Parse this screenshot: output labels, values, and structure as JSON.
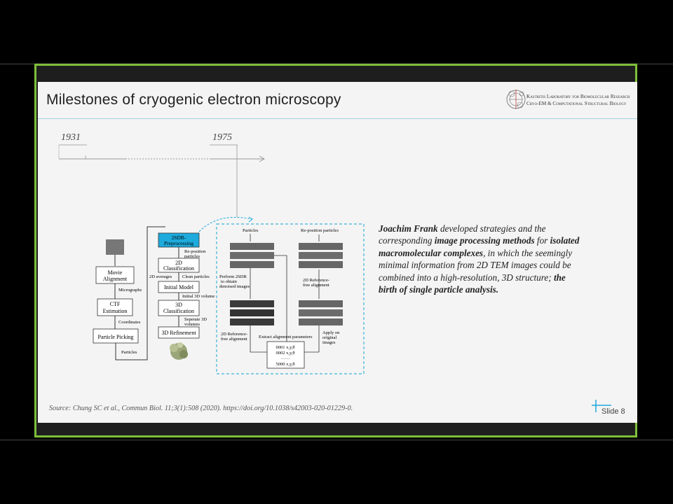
{
  "slide": {
    "title": "Milestones of cryogenic electron microscopy",
    "logo": {
      "line1": "Kastritis Laboratory for Biomolecular Research",
      "line2": "Cryo-EM & Computational Structural Biology"
    },
    "timeline": {
      "year_start": "1931",
      "year_end": "1975"
    },
    "flowchart": {
      "movie_alignment": "Movie Alignment",
      "micrographs": "Micrographs",
      "ctf_estimation": "CTF Estimation",
      "coordinates": "Coordinates",
      "particle_picking": "Particle Picking",
      "particles": "Particles",
      "preproc": "2SDR-Preprocessing",
      "reposition": "Re-position particles",
      "class2d": "2D Classification",
      "averages_2d": "2D averages",
      "clean_particles": "Clean particles",
      "initial_model": "Initial Model",
      "initial_volume": "Initial 3D volume",
      "class3d": "3D Classification",
      "separate_volumes": "Seperate 3D volumes",
      "refinement3d": "3D Refinement"
    },
    "detail": {
      "particles_top": "Particles",
      "reposition_top": "Re-position particles",
      "perform_2sdr": "Perform 2SDR to obtain denoised images",
      "ref_free_right": "2D Reference-free alignment",
      "ref_free_left": "2D Reference-free alignment",
      "extract_params": "Extract alignment parameters",
      "apply_original": "Apply on original images",
      "param_rows": [
        "0001 x,y,θ",
        "0002 x,y,θ",
        "……",
        "5000 x,y,θ"
      ]
    },
    "text": {
      "p1": "Joachim Frank",
      "p2": " developed strategies and the corresponding ",
      "p3": "image processing methods",
      "p4": " for ",
      "p5": "isolated macromolecular complexes",
      "p6": ", in which the seemingly minimal information from 2D TEM images could be combined into a high-resolution, 3D structure; ",
      "p7": "the birth of single particle analysis."
    },
    "source": "Source: Chung SC et al., Commun Biol. 11;3(1):508 (2020). https://doi.org/10.1038/s42003-020-01229-0.",
    "slide_number": "Slide 8",
    "colors": {
      "frame": "#7fbf3a",
      "accent_blue": "#1eaadc",
      "dashed_box": "#3bb4d8"
    }
  }
}
